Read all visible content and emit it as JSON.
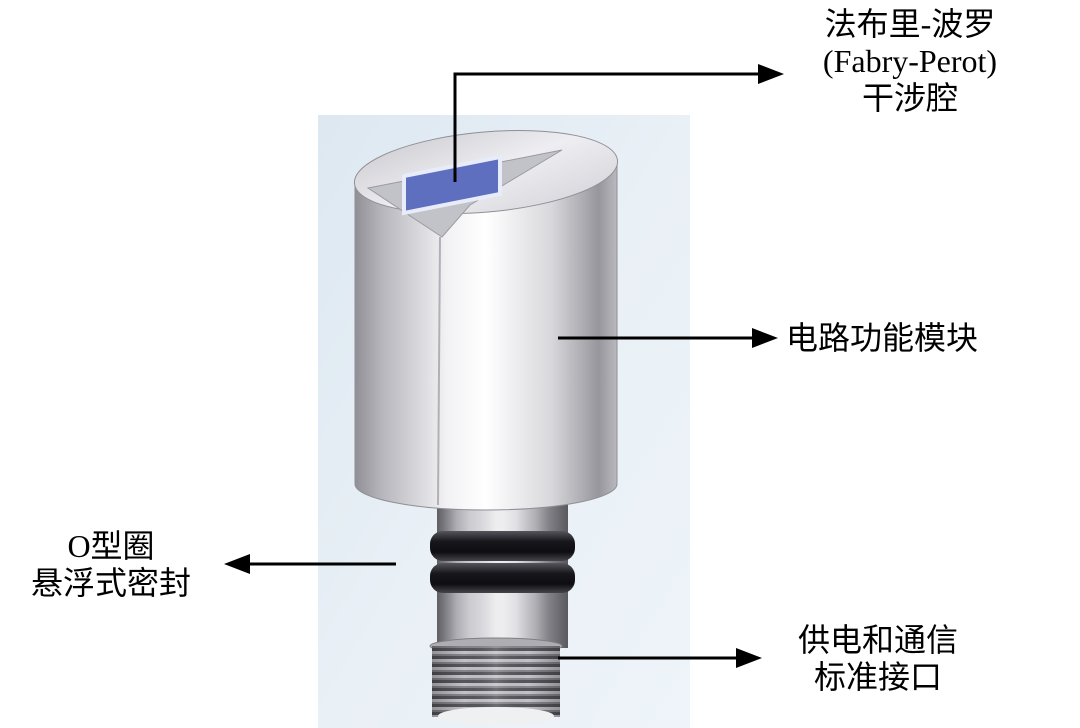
{
  "figure": {
    "type": "sensor-structure-diagram",
    "panel_color": "#e3ecf4",
    "annotations": {
      "fabry_perot": {
        "lines": [
          "法布里-波罗",
          "(Fabry-Perot)",
          "干涉腔"
        ]
      },
      "circuit_module": {
        "label": "电路功能模块"
      },
      "o_ring_seal": {
        "lines": [
          "O型圈",
          "悬浮式密封"
        ]
      },
      "power_comm_interface": {
        "lines": [
          "供电和通信",
          "标准接口"
        ]
      }
    },
    "component_colors": {
      "fp_cavity_window": "#5e6fc0",
      "o_ring": "#1a1a1e",
      "body_metal": "#d9d9de",
      "arrow": "#000000"
    }
  }
}
